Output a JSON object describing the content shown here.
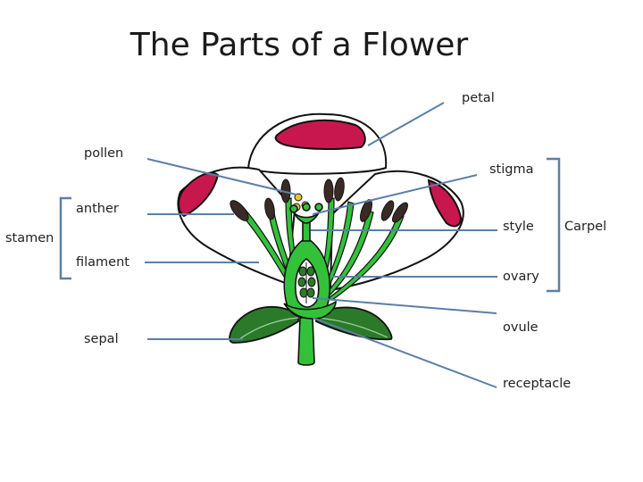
{
  "title": "The Parts of a Flower",
  "labels": {
    "petal": "petal",
    "pollen": "pollen",
    "stigma": "stigma",
    "anther": "anther",
    "stamen": "stamen",
    "style": "style",
    "carpel": "Carpel",
    "filament": "filament",
    "ovary": "ovary",
    "sepal": "sepal",
    "ovule": "ovule",
    "receptacle": "receptacle"
  },
  "colors": {
    "petal_tip": "#c8174f",
    "stem": "#33c13a",
    "leaf": "#2a7a2a",
    "anther": "#3a2a26",
    "pollen": "#e2c53a",
    "leader_line": "#5b7fa6",
    "bracket": "#5b7fa6"
  }
}
